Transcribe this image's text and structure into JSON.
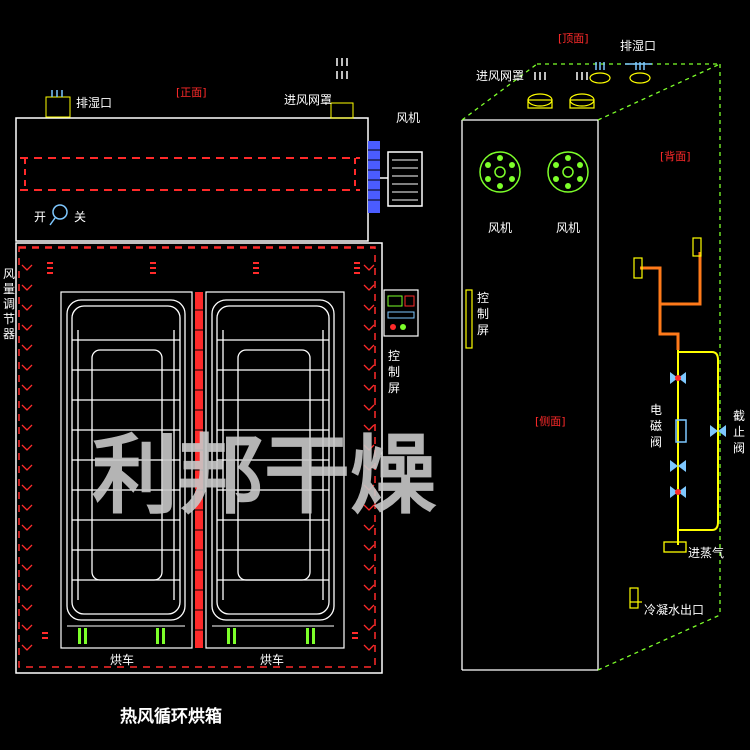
{
  "title": "热风循环烘箱",
  "watermark": "利邦干燥",
  "front": {
    "view_tag": "[正面]",
    "exhaust": "排湿口",
    "intake": "进风网罩",
    "fan": "风机",
    "switch_on": "开",
    "switch_off": "关",
    "air_regulator": [
      "风",
      "量",
      "调",
      "节",
      "器"
    ],
    "control_screen": [
      "控",
      "制",
      "屏"
    ],
    "cart_left": "烘车",
    "cart_right": "烘车"
  },
  "side": {
    "top_tag": "[顶面]",
    "exhaust": "排湿口",
    "intake": "进风网罩",
    "back_tag": "[背面]",
    "side_tag": "[侧面]",
    "fan_left": "风机",
    "fan_right": "风机",
    "control_screen": [
      "控",
      "制",
      "屏"
    ],
    "solenoid_valve": [
      "电",
      "磁",
      "阀"
    ],
    "stop_valve": [
      "截",
      "止",
      "阀"
    ],
    "steam_in": "进蒸气",
    "condensate_out": "冷凝水出口"
  },
  "colors": {
    "line": "#ffffff",
    "accent_red": "#ff2a2a",
    "orange": "#ff7a1a",
    "green": "#7dff2a",
    "yellow": "#ffe600",
    "blue": "#4a5cff",
    "cyan": "#7ec8ff"
  }
}
